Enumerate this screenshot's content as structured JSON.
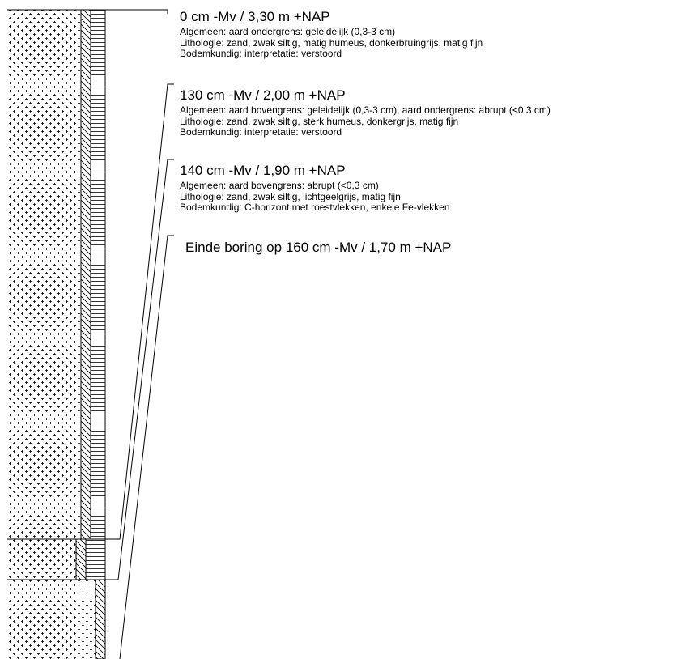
{
  "layers": [
    {
      "depth_label": "0 cm -Mv / 3,30 m +NAP",
      "lines": [
        "Algemeen: aard ondergrens: geleidelijk (0,3-3 cm)",
        "Lithologie: zand, zwak siltig, matig humeus, donkerbruingrijs, matig fijn",
        "Bodemkundig: interpretatie: verstoord"
      ]
    },
    {
      "depth_label": "130 cm -Mv / 2,00 m +NAP",
      "lines": [
        "Algemeen: aard bovengrens: geleidelijk (0,3-3 cm), aard ondergrens: abrupt (<0,3 cm)",
        "Lithologie: zand, zwak siltig, sterk humeus, donkergrijs, matig fijn",
        "Bodemkundig: interpretatie: verstoord"
      ]
    },
    {
      "depth_label": "140 cm -Mv / 1,90 m +NAP",
      "lines": [
        "Algemeen: aard bovengrens: abrupt (<0,3 cm)",
        "Lithologie: zand, zwak siltig, lichtgeelgrijs, matig fijn",
        "Bodemkundig: C-horizont met roestvlekken, enkele Fe-vlekken"
      ]
    }
  ],
  "end_label": "Einde boring op 160 cm -Mv / 1,70 m +NAP"
}
